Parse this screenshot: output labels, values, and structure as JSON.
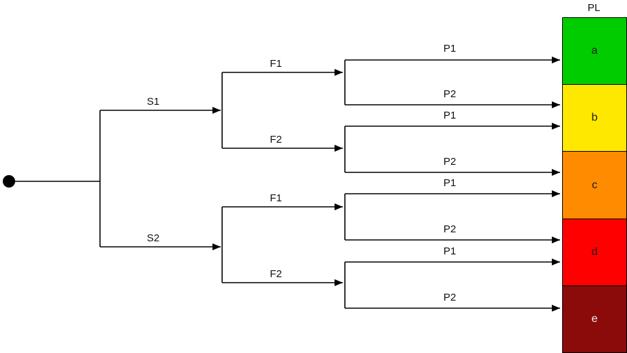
{
  "diagram": {
    "column_header": "PL",
    "stage1": {
      "s1": "S1",
      "s2": "S2"
    },
    "stage2": {
      "s1_f1": "F1",
      "s1_f2": "F2",
      "s2_f1": "F1",
      "s2_f2": "F2"
    },
    "stage3": {
      "s1_f1_p1": "P1",
      "s1_f1_p2": "P2",
      "s1_f2_p1": "P1",
      "s1_f2_p2": "P2",
      "s2_f1_p1": "P1",
      "s2_f1_p2": "P2",
      "s2_f2_p1": "P1",
      "s2_f2_p2": "P2"
    },
    "outcomes": {
      "s1_f1_p1": "a",
      "s1_f1_p2": "b",
      "s1_f2_p1": "b",
      "s1_f2_p2": "c",
      "s2_f1_p1": "c",
      "s2_f1_p2": "d",
      "s2_f2_p1": "d",
      "s2_f2_p2": "e"
    },
    "leaves": [
      {
        "label": "a",
        "color": "#00cc00",
        "text_color": "#1a1a1a"
      },
      {
        "label": "b",
        "color": "#ffe800",
        "text_color": "#1a1a1a"
      },
      {
        "label": "c",
        "color": "#ff8c00",
        "text_color": "#1a1a1a"
      },
      {
        "label": "d",
        "color": "#ff0000",
        "text_color": "#1a1a1a"
      },
      {
        "label": "e",
        "color": "#8b0b0b",
        "text_color": "#f2f2f2"
      }
    ],
    "line_color": "#000000"
  }
}
